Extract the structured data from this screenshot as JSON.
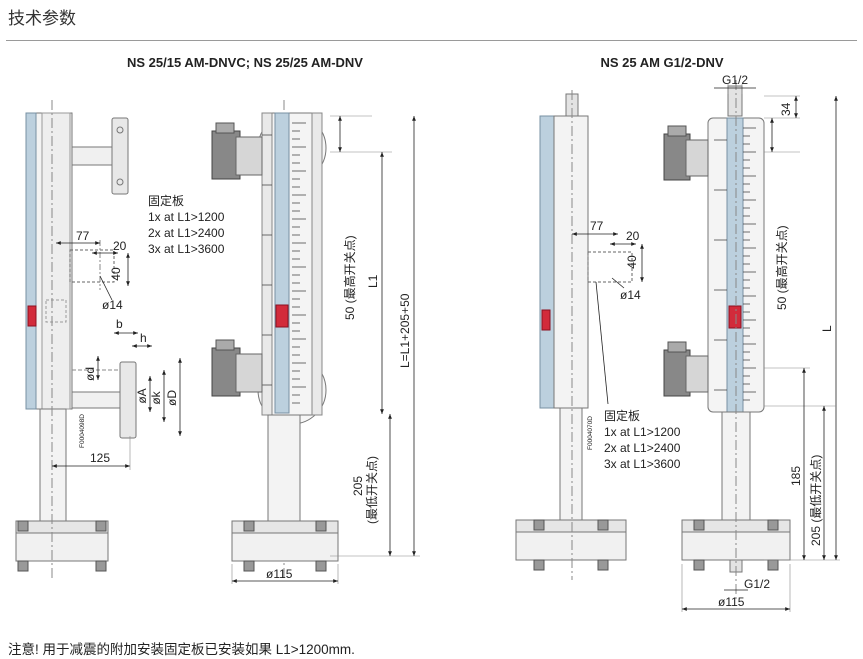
{
  "section_title": "技术参数",
  "model_left": "NS 25/15 AM-DNVC; NS 25/25 AM-DNV",
  "model_right": "NS 25 AM G1/2-DNV",
  "left_dims": {
    "d77": "77",
    "d20": "20",
    "d40": "40",
    "d14": "ø14",
    "b": "b",
    "h": "h",
    "dd": "ød",
    "dA": "øA",
    "dk": "øk",
    "dD": "øD",
    "d125": "125",
    "code": "F0004098D"
  },
  "mount_plate": {
    "label": "固定板",
    "lines": [
      "1x at L1>1200",
      "2x at L1>2400",
      "3x at L1>3600"
    ]
  },
  "center_dims": {
    "top50": "50 (最高开关点)",
    "L1": "L1",
    "total": "L=L1+205+50",
    "bot205": "205",
    "bot205_sub": "(最低开关点)",
    "d115": "ø115"
  },
  "right_dims": {
    "g12_top": "G1/2",
    "d77": "77",
    "d20": "20",
    "d40": "40",
    "d14": "ø14",
    "code": "F0004070D",
    "d34": "34",
    "top50": "50 (最高开关点)",
    "L": "L",
    "d185": "185",
    "bot205": "205 (最低开关点)",
    "g12_bottom": "G1/2",
    "d115": "ø115"
  },
  "note": "注意! 用于减震的附加安装固定板已安装如果 L1>1200mm."
}
